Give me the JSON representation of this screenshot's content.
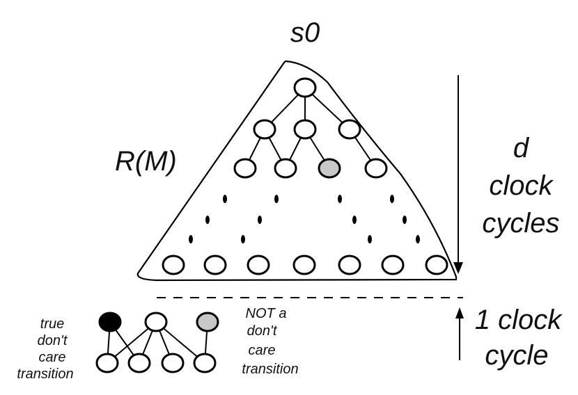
{
  "labels": {
    "root": "s0",
    "reachable": "R(M)",
    "depth_line1": "d",
    "depth_line2": "clock",
    "depth_line3": "cycles",
    "step_line1": "1 clock",
    "step_line2": "cycle",
    "true_dc": [
      "true",
      "don't",
      "care",
      "transition"
    ],
    "not_dc": [
      "NOT a",
      "don't",
      "care",
      "transition"
    ]
  },
  "colors": {
    "node_fill": "#ffffff",
    "shaded_node": "#c8c8c8",
    "dark_node": "#000000",
    "stroke": "#000000"
  }
}
